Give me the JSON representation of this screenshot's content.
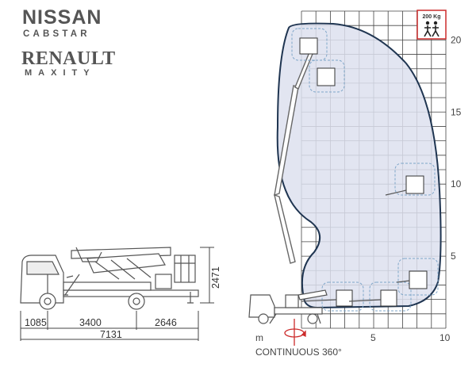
{
  "brands": {
    "nissan": "NISSAN",
    "cabstar": "CABSTAR",
    "renault": "RENAULT",
    "maxity": "MAXITY"
  },
  "truck_dimensions": {
    "front_overhang": "1085",
    "wheelbase": "3400",
    "rear_overhang": "2646",
    "total_length": "7131",
    "height": "2471"
  },
  "working_area": {
    "load_badge": "200 Kg",
    "x_unit": "m",
    "x_ticks": [
      "5",
      "10"
    ],
    "y_ticks": [
      "5",
      "10",
      "15",
      "20"
    ],
    "rotation_label": "CONTINUOUS 360°",
    "colors": {
      "envelope_fill": "#dde0ee",
      "envelope_stroke": "#1f3551",
      "grid": "#444444",
      "badge_border": "#cc2b2b",
      "rotation_arrow": "#cc2b2b"
    }
  }
}
